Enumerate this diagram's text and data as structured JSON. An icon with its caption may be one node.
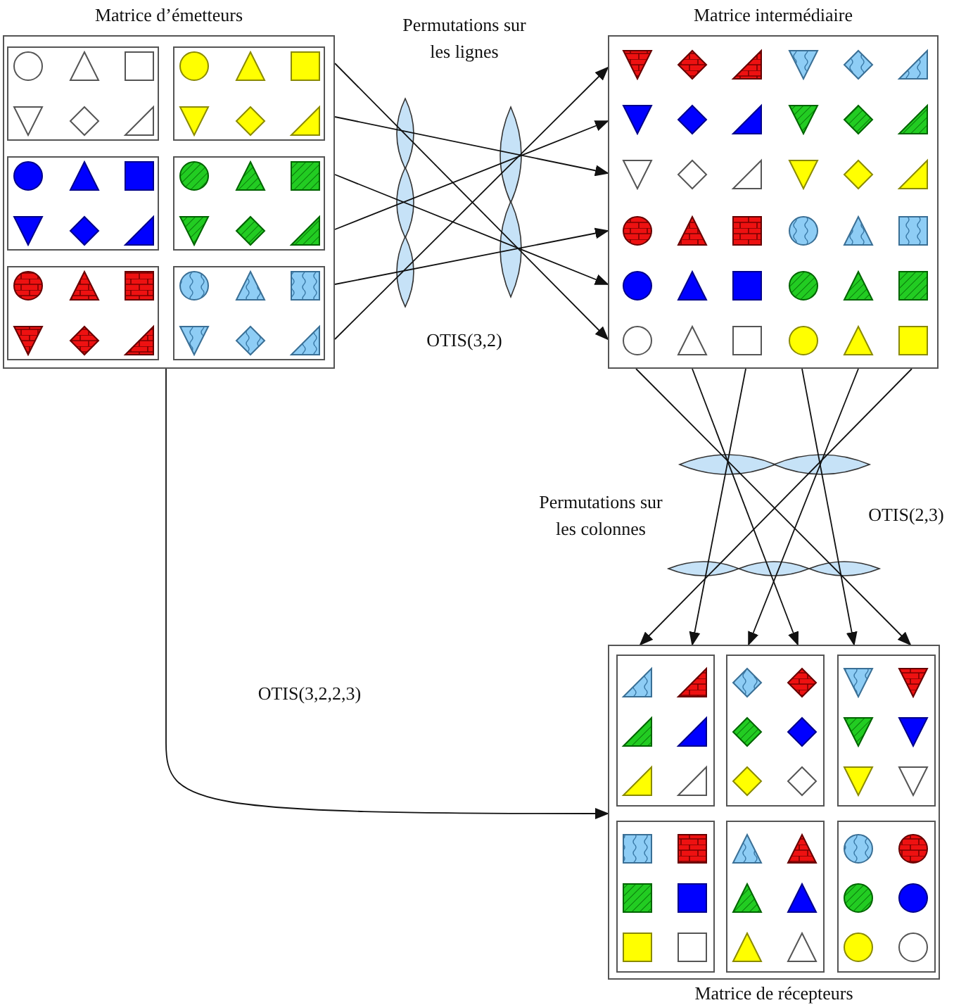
{
  "diagram": {
    "nodes": [
      {
        "text": [
          "Matrice d’émetteurs"
        ]
      },
      {
        "text": [],
        "shape": "box",
        "in": 0
      },
      {
        "text": [],
        "shape": "box",
        "in": 0
      },
      {
        "text": [],
        "shape": "box",
        "in": 0
      },
      {
        "text": [],
        "shape": "box",
        "in": 0
      },
      {
        "text": [],
        "shape": "box",
        "in": 0
      },
      {
        "text": [],
        "shape": "box",
        "in": 0
      },
      {
        "text": [
          "Matrice intermédiaire"
        ]
      },
      {
        "text": [
          "Matrice de récepteurs"
        ]
      },
      {
        "text": [],
        "shape": "box",
        "in": 8
      },
      {
        "text": [],
        "shape": "box",
        "in": 8
      },
      {
        "text": [],
        "shape": "box",
        "in": 8
      },
      {
        "text": [],
        "shape": "box",
        "in": 8
      },
      {
        "text": [],
        "shape": "box",
        "in": 8
      },
      {
        "text": [],
        "shape": "box",
        "in": 8
      }
    ],
    "edges": [
      {
        "from": 0,
        "to": 7,
        "arrow": "to"
      },
      {
        "from": 0,
        "to": 7,
        "arrow": "to"
      },
      {
        "from": 0,
        "to": 7,
        "arrow": "to"
      },
      {
        "from": 0,
        "to": 7,
        "arrow": "to"
      },
      {
        "from": 0,
        "to": 7,
        "arrow": "to"
      },
      {
        "from": 0,
        "to": 7,
        "arrow": "to"
      },
      {
        "from": 7,
        "to": 8,
        "arrow": "to"
      },
      {
        "from": 7,
        "to": 8,
        "arrow": "to"
      },
      {
        "from": 7,
        "to": 8,
        "arrow": "to"
      },
      {
        "from": 7,
        "to": 8,
        "arrow": "to"
      },
      {
        "from": 7,
        "to": 8,
        "arrow": "to"
      },
      {
        "from": 7,
        "to": 8,
        "arrow": "to"
      },
      {
        "from": 0,
        "to": 8,
        "arrow": "to"
      }
    ],
    "labels": [
      "Permutations sur les lignes",
      "OTIS(3,2)",
      "Permutations sur les colonnes",
      "OTIS(2,3)",
      "OTIS(3,2,2,3)"
    ]
  }
}
